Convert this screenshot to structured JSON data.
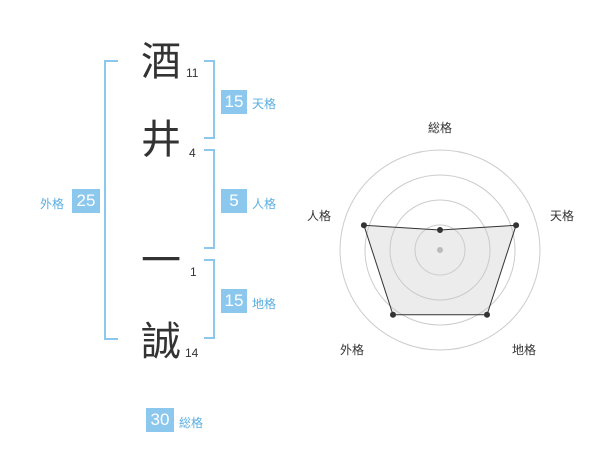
{
  "name": {
    "chars": [
      {
        "char": "酒",
        "strokes": "11"
      },
      {
        "char": "井",
        "strokes": "4"
      },
      {
        "char": "一",
        "strokes": "1"
      },
      {
        "char": "誠",
        "strokes": "14"
      }
    ]
  },
  "kaku": {
    "tenkaku": {
      "value": "15",
      "label": "天格"
    },
    "jinkaku": {
      "value": "5",
      "label": "人格"
    },
    "chikaku": {
      "value": "15",
      "label": "地格"
    },
    "gaikaku": {
      "value": "25",
      "label": "外格"
    },
    "soukaku": {
      "value": "30",
      "label": "総格"
    }
  },
  "colors": {
    "accent": "#8cc8ee",
    "accent_text": "#5aaee0"
  },
  "chart_data": {
    "type": "radar",
    "axes": [
      "総格",
      "天格",
      "地格",
      "外格",
      "人格"
    ],
    "values": [
      1,
      4,
      4,
      4,
      4
    ],
    "range": [
      0,
      5
    ],
    "rings": 4,
    "center_marker": true
  }
}
